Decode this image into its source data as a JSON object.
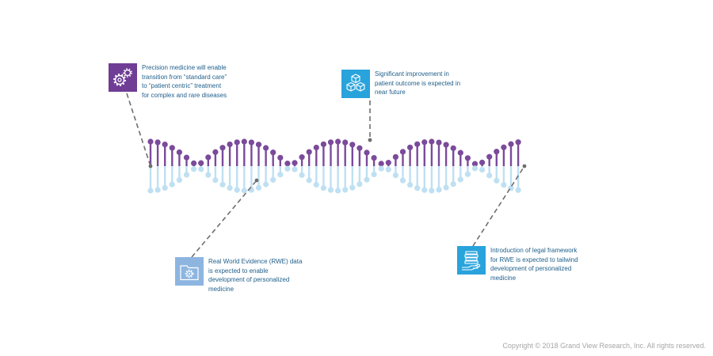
{
  "colors": {
    "purple": "#7b4a9b",
    "light_blue": "#bfe0f2",
    "blue": "#29a3dc",
    "pale_blue": "#8db5e0",
    "connector": "#6e6e6e",
    "text": "#1f5f8b"
  },
  "callouts": [
    {
      "icon": "gears-icon",
      "icon_color": "#6f3d95",
      "text": "Precision medicine will enable\ntransition from “standard care”\nto “patient centric” treatment\nfor complex and rare diseases"
    },
    {
      "icon": "cubes-icon",
      "icon_color": "#29a3dc",
      "text": "Significant improvement in\npatient outcome is expected in\nnear future"
    },
    {
      "icon": "folder-gear-icon",
      "icon_color": "#8db5e0",
      "text": "Real World Evidence (RWE) data\nis expected to enable\ndevelopment of personalized\nmedicine"
    },
    {
      "icon": "stack-hand-icon",
      "icon_color": "#29a3dc",
      "text": "Introduction of legal framework\nfor RWE is expected to tailwind\ndevelopment of personalized\nmedicine"
    }
  ],
  "footer": {
    "copyright": "Copyright © 2018 Grand View Research, Inc. All rights reserved."
  }
}
